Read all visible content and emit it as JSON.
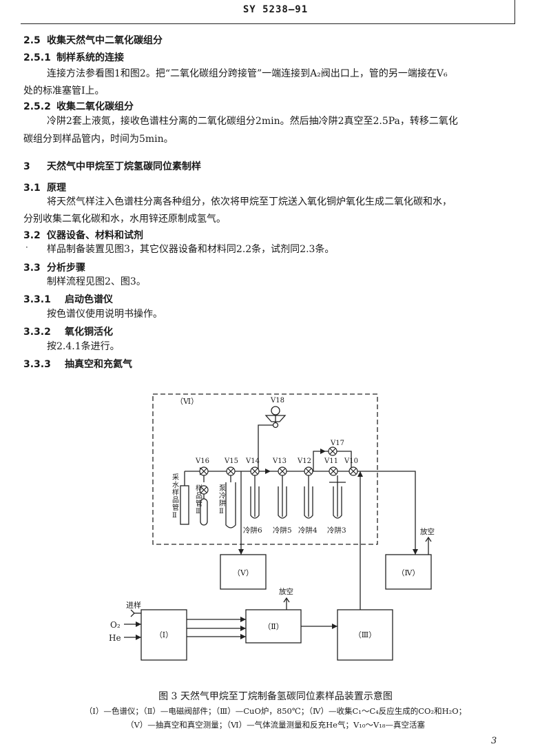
{
  "header": {
    "code": "SY 5238—91"
  },
  "s2_5": {
    "num": "2.5",
    "title": "收集天然气中二氧化碳组分"
  },
  "s2_5_1": {
    "num": "2.5.1",
    "title": "制样系统的连接",
    "p1": "连接方法参看图1和图2。把“二氧化碳组分跨接管”一端连接到A₂阀出口上，管的另一端接在V₆",
    "p2": "处的标准塞管Ⅰ上。"
  },
  "s2_5_2": {
    "num": "2.5.2",
    "title": "收集二氧化碳组分",
    "p1": "冷阱2套上液氮，接收色谱柱分离的二氧化碳组分2min。然后抽冷阱2真空至2.5Pa，转移二氧化",
    "p2": "碳组分到样品管内，时间为5min。"
  },
  "s3": {
    "num": "3",
    "title": "天然气中甲烷至丁烷氢碳同位素制样"
  },
  "s3_1": {
    "num": "3.1",
    "title": "原理",
    "p1": "将天然气样注入色谱柱分离各种组分，依次将甲烷至丁烷送入氧化铜炉氧化生成二氧化碳和水，",
    "p2": "分别收集二氧化碳和水，水用锌还原制成氢气。"
  },
  "s3_2": {
    "num": "3.2",
    "title": "仪器设备、材料和试剂",
    "p1": "样品制备装置见图3，其它仪器设备和材料同2.2条，试剂同2.3条。"
  },
  "s3_3": {
    "num": "3.3",
    "title": "分析步骤",
    "p1": "制样流程见图2、图3。"
  },
  "s3_3_1": {
    "num": "3.3.1",
    "title": "启动色谱仪",
    "p1": "按色谱仪使用说明书操作。"
  },
  "s3_3_2": {
    "num": "3.3.2",
    "title": "氧化铜活化",
    "p1": "按2.4.1条进行。"
  },
  "s3_3_3": {
    "num": "3.3.3",
    "title": "抽真空和充氦气"
  },
  "figure": {
    "boxes": {
      "I": "（Ⅰ）",
      "II": "（Ⅱ）",
      "III": "（Ⅲ）",
      "IV": "（Ⅳ）",
      "V": "（Ⅴ）",
      "VI": "（Ⅵ）"
    },
    "valves": {
      "v10": "V10",
      "v11": "V11",
      "v12": "V12",
      "v13": "V13",
      "v14": "V14",
      "v15": "V15",
      "v16": "V16",
      "v17": "V17",
      "v18": "V18"
    },
    "tubes": {
      "water": "采水样品管Ⅱ",
      "sample": "样品管Ⅱ",
      "pump_trap": "泵冷阱Ⅱ"
    },
    "traps": {
      "t6": "冷阱6",
      "t5": "冷阱5",
      "t4": "冷阱4",
      "t3": "冷阱3"
    },
    "vent1": "放空",
    "vent2": "放空",
    "inlet": "进样",
    "o2": "O₂",
    "he": "He",
    "caption": "图 3   天然气甲烷至丁烷制备氢碳同位素样品装置示意图",
    "legend1": "（Ⅰ）—色谱仪；（Ⅱ）—电磁阀部件；（Ⅲ）—CuO炉，850℃；（Ⅳ）—收集C₁～C₄反应生成的CO₂和H₂O；",
    "legend2": "（Ⅴ）—抽真空和真空测量；（Ⅵ）—气体流量测量和反充He气；V₁₀～V₁₈—真空活塞"
  },
  "page_number": "3"
}
